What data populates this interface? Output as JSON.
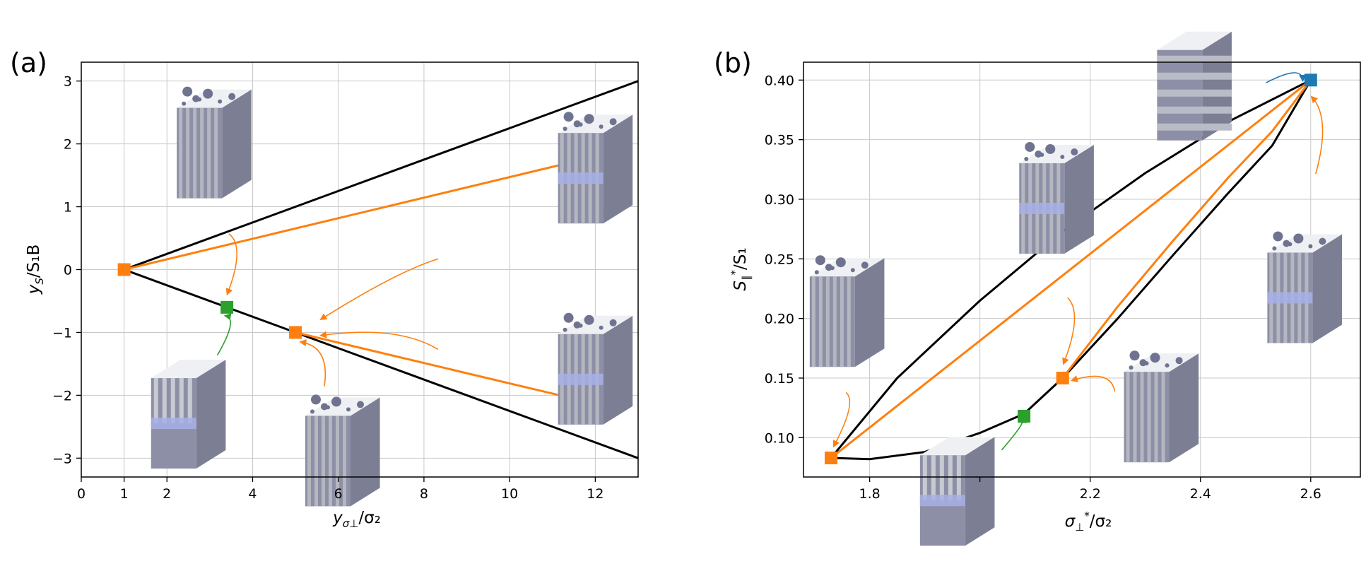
{
  "chart_data": [
    {
      "panel_label": "(a)",
      "type": "line",
      "xlabel_main": "y",
      "xlabel_sub": "σ⊥",
      "xlabel_tail": "/σ₂",
      "ylabel_main": "y",
      "ylabel_sub": "S",
      "ylabel_tail": "/S₁B",
      "xlim": [
        0,
        13
      ],
      "ylim": [
        -3.3,
        3.3
      ],
      "xticks": [
        0,
        1,
        2,
        4,
        6,
        8,
        10,
        12
      ],
      "yticks": [
        -3,
        -2,
        -1,
        0,
        1,
        2,
        3
      ],
      "grid": true,
      "series": [
        {
          "color": "#000000",
          "points": [
            [
              1,
              0
            ],
            [
              13,
              3
            ]
          ]
        },
        {
          "color": "#000000",
          "points": [
            [
              1,
              0
            ],
            [
              13,
              -3
            ]
          ]
        },
        {
          "color": "#ff7f0e",
          "points": [
            [
              1,
              0
            ],
            [
              11.7,
              1.75
            ]
          ]
        },
        {
          "color": "#ff7f0e",
          "points": [
            [
              5,
              -1
            ],
            [
              11.6,
              -2.07
            ]
          ]
        }
      ],
      "markers": [
        {
          "x": 1,
          "y": 0,
          "color": "#ff7f0e",
          "shape": "square"
        },
        {
          "x": 3.4,
          "y": -0.6,
          "color": "#2ca02c",
          "shape": "square"
        },
        {
          "x": 5,
          "y": -1,
          "color": "#ff7f0e",
          "shape": "square"
        }
      ],
      "structures": [
        {
          "kind": "fibres",
          "cx": 3.5,
          "cy": 2.0,
          "arrow_color": "#ff7f0e"
        },
        {
          "kind": "fibres-frame",
          "cx": 12.4,
          "cy": 1.6,
          "arrow_color": "#ff7f0e"
        },
        {
          "kind": "lamellae-layered",
          "cx": 2.9,
          "cy": -2.3,
          "arrow_color": "#2ca02c"
        },
        {
          "kind": "fibres-white",
          "cx": 6.5,
          "cy": -2.9,
          "arrow_color": "#ff7f0e"
        },
        {
          "kind": "fibres-layered",
          "cx": 12.4,
          "cy": -1.6,
          "arrow_color": "#ff7f0e"
        }
      ]
    },
    {
      "panel_label": "(b)",
      "type": "line",
      "xlabel_main": "σ",
      "xlabel_sub": "⊥",
      "xlabel_sup": "*",
      "xlabel_tail": "/σ₂",
      "ylabel_main": "S",
      "ylabel_sub": "∥",
      "ylabel_sup": "*",
      "ylabel_tail": "/S₁",
      "xlim": [
        1.68,
        2.69
      ],
      "ylim": [
        0.067,
        0.415
      ],
      "xticks": [
        1.8,
        2.0,
        2.2,
        2.4,
        2.6
      ],
      "xtick_labels": [
        "1.8",
        "",
        "2.2",
        "2.4",
        "2.6"
      ],
      "yticks": [
        0.1,
        0.15,
        0.2,
        0.25,
        0.3,
        0.35,
        0.4
      ],
      "ytick_labels": [
        "0.10",
        "0.15",
        "0.20",
        "0.25",
        "0.30",
        "0.35",
        "0.40"
      ],
      "grid": true,
      "series": [
        {
          "color": "#000000",
          "points": [
            [
              1.73,
              0.083
            ],
            [
              1.85,
              0.15
            ],
            [
              2.0,
              0.215
            ],
            [
              2.15,
              0.273
            ],
            [
              2.3,
              0.322
            ],
            [
              2.45,
              0.365
            ],
            [
              2.6,
              0.4
            ]
          ]
        },
        {
          "color": "#000000",
          "points": [
            [
              1.73,
              0.083
            ],
            [
              1.8,
              0.082
            ],
            [
              1.9,
              0.088
            ],
            [
              2.0,
              0.104
            ],
            [
              2.08,
              0.12
            ],
            [
              2.15,
              0.15
            ],
            [
              2.25,
              0.2
            ],
            [
              2.35,
              0.253
            ],
            [
              2.45,
              0.305
            ],
            [
              2.53,
              0.345
            ],
            [
              2.6,
              0.4
            ]
          ]
        },
        {
          "color": "#ff7f0e",
          "points": [
            [
              1.73,
              0.083
            ],
            [
              2.6,
              0.4
            ]
          ]
        },
        {
          "color": "#ff7f0e",
          "points": [
            [
              2.15,
              0.15
            ],
            [
              2.25,
              0.21
            ],
            [
              2.35,
              0.265
            ],
            [
              2.45,
              0.318
            ],
            [
              2.53,
              0.357
            ],
            [
              2.6,
              0.4
            ]
          ]
        }
      ],
      "markers": [
        {
          "x": 1.73,
          "y": 0.083,
          "color": "#ff7f0e",
          "shape": "square"
        },
        {
          "x": 2.08,
          "y": 0.118,
          "color": "#2ca02c",
          "shape": "square"
        },
        {
          "x": 2.15,
          "y": 0.15,
          "color": "#ff7f0e",
          "shape": "square"
        },
        {
          "x": 2.6,
          "y": 0.4,
          "color": "#1f77b4",
          "shape": "square"
        }
      ],
      "structures": [
        {
          "kind": "plates",
          "cx": 2.42,
          "cy": 0.395,
          "arrow_color": "#1f77b4"
        },
        {
          "kind": "fibres-frame",
          "cx": 2.17,
          "cy": 0.3,
          "arrow_color": "#ff7f0e"
        },
        {
          "kind": "fibres",
          "cx": 1.79,
          "cy": 0.205,
          "arrow_color": "#ff7f0e"
        },
        {
          "kind": "fibres-layered",
          "cx": 2.62,
          "cy": 0.225,
          "arrow_color": "#ff7f0e"
        },
        {
          "kind": "fibres-white",
          "cx": 2.36,
          "cy": 0.125,
          "arrow_color": "#ff7f0e"
        },
        {
          "kind": "lamellae-layered",
          "cx": 1.99,
          "cy": 0.055,
          "arrow_color": "#2ca02c"
        }
      ]
    }
  ]
}
